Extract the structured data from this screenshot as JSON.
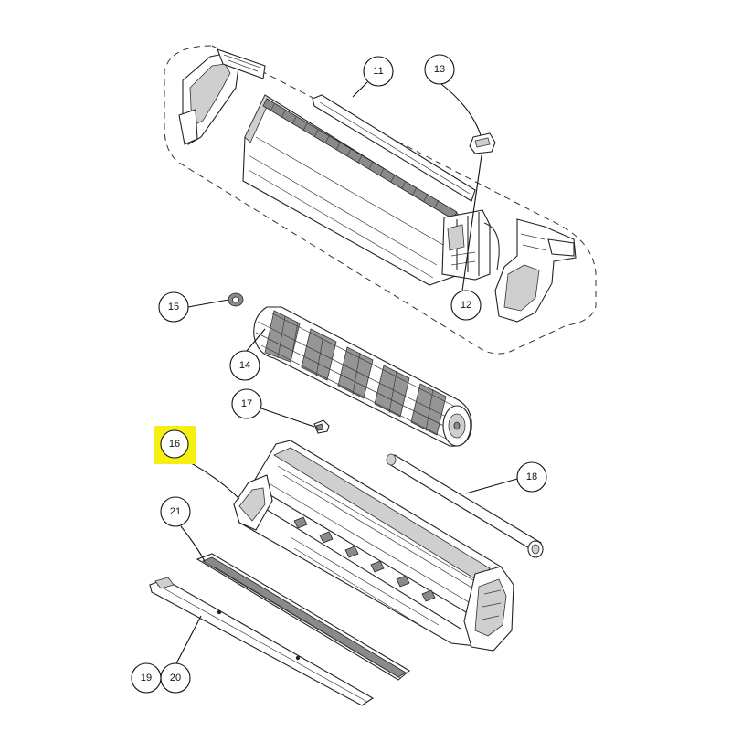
{
  "colors": {
    "highlight": "#f5ef12",
    "line": "#222222",
    "background": "#ffffff"
  },
  "callouts": {
    "c11": "11",
    "c12": "12",
    "c13": "13",
    "c14": "14",
    "c15": "15",
    "c16": "16",
    "c17": "17",
    "c18": "18",
    "c19": "19",
    "c20": "20",
    "c21": "21"
  },
  "highlighted_callout": "16"
}
